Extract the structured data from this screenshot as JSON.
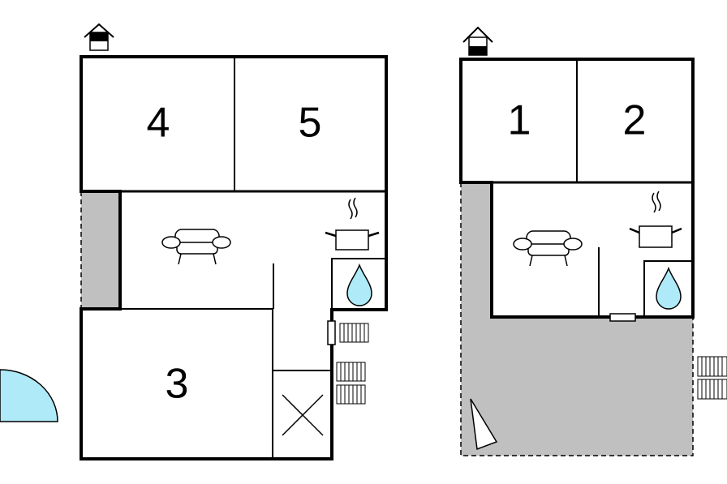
{
  "left_plan": {
    "rooms": [
      {
        "label": "4"
      },
      {
        "label": "5"
      },
      {
        "label": "3"
      }
    ]
  },
  "right_plan": {
    "rooms": [
      {
        "label": "1"
      },
      {
        "label": "2"
      }
    ]
  },
  "colors": {
    "wall": "#000000",
    "terrace": "#c0c0c0",
    "water": "#aeeaf7",
    "background": "#ffffff"
  },
  "icons": [
    "house-icon",
    "sofa-icon",
    "cooking-pot-icon",
    "water-drop-icon",
    "stairs-icon",
    "compass-icon",
    "door-icon"
  ]
}
